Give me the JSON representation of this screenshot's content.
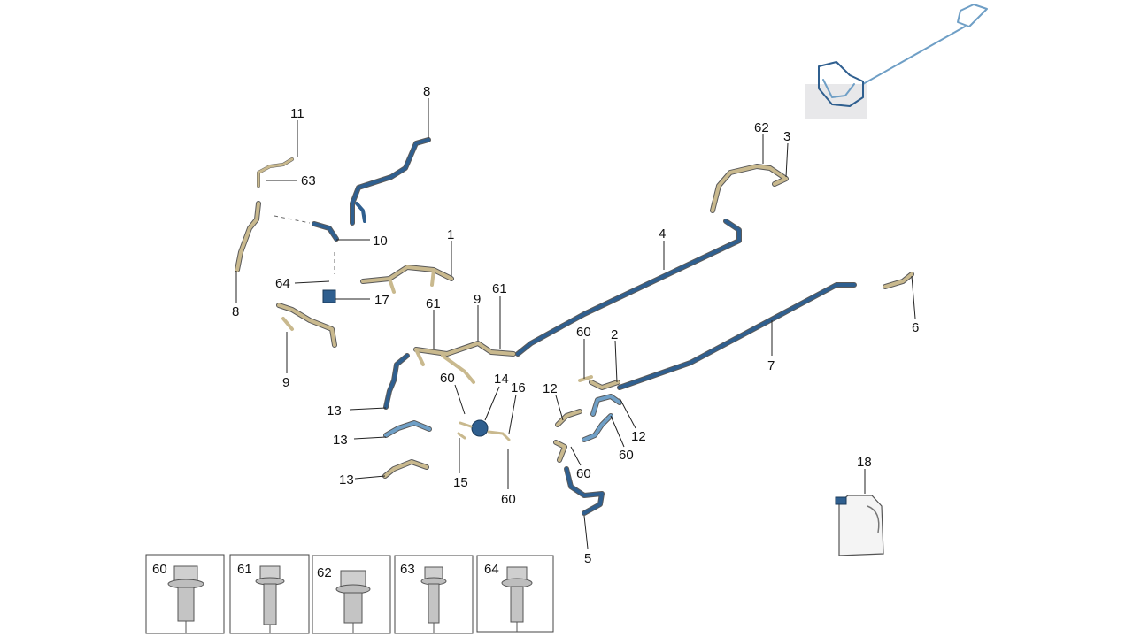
{
  "callouts": {
    "c1": "1",
    "c2": "2",
    "c3": "3",
    "c4": "4",
    "c5": "5",
    "c6": "6",
    "c7": "7",
    "c8a": "8",
    "c8b": "8",
    "c9a": "9",
    "c9b": "9",
    "c10": "10",
    "c11": "11",
    "c12a": "12",
    "c12b": "12",
    "c13a": "13",
    "c13b": "13",
    "c13c": "13",
    "c14": "14",
    "c15": "15",
    "c16": "16",
    "c17": "17",
    "c18": "18",
    "c60a": "60",
    "c60b": "60",
    "c60c": "60",
    "c60d": "60",
    "c60e": "60",
    "c61a": "61",
    "c61b": "61",
    "c62": "62",
    "c63": "63",
    "c64": "64"
  },
  "bolts": [
    {
      "label": "60"
    },
    {
      "label": "61"
    },
    {
      "label": "62"
    },
    {
      "label": "63"
    },
    {
      "label": "64"
    }
  ],
  "colors": {
    "pipe_blue": "#2f5f8f",
    "pipe_tan": "#c9b98e",
    "pipe_light_blue": "#6f9fc6"
  }
}
